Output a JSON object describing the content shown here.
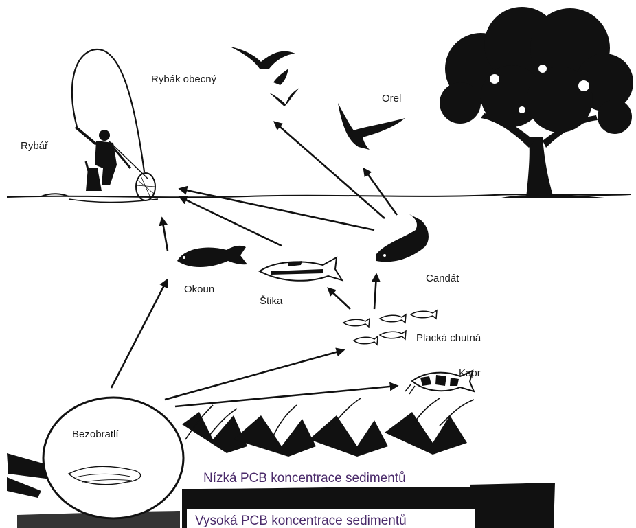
{
  "labels": {
    "fisherman": "Rybář",
    "tern": "Rybák obecný",
    "eagle": "Orel",
    "perch": "Okoun",
    "pike": "Štika",
    "zander": "Candát",
    "bleak": "Placká chutná",
    "carp": "Kapr",
    "invertebrates": "Bezobratlí",
    "sediment_low": "Nízká PCB koncentrace sedimentů",
    "sediment_high": "Vysoká PCB koncentrace sedimentů"
  }
}
